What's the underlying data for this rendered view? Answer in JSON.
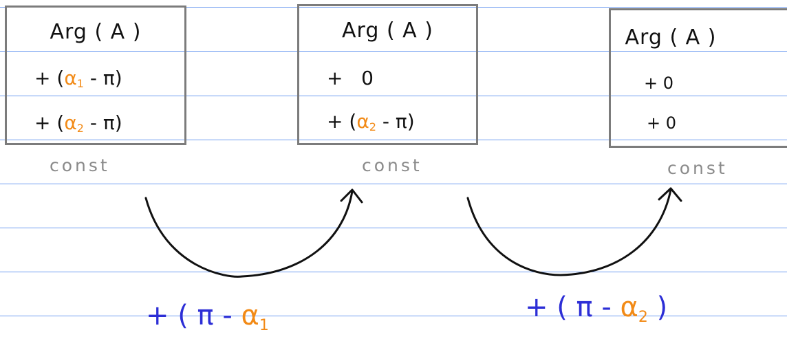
{
  "boxes": [
    {
      "title": "Arg ( A )",
      "rows": [
        {
          "sign": "+",
          "open": "(",
          "symbol": "α",
          "sub": "1",
          "rest": " - π",
          "close": ")"
        },
        {
          "sign": "+",
          "open": "(",
          "symbol": "α",
          "sub": "2",
          "rest": " - π",
          "close": ")"
        }
      ],
      "note": "const"
    },
    {
      "title": "Arg ( A )",
      "rows": [
        {
          "sign": "+",
          "value": "0"
        },
        {
          "sign": "+",
          "open": "(",
          "symbol": "α",
          "sub": "2",
          "rest": " - π",
          "close": ")"
        }
      ],
      "note": "const"
    },
    {
      "title": "Arg ( A )",
      "rows": [
        {
          "sign": "+",
          "value": "0"
        },
        {
          "sign": "+",
          "value": "0"
        }
      ],
      "note": "const"
    }
  ],
  "transitions": [
    {
      "prefix": "+ ( π - ",
      "symbol": "α",
      "sub": "1",
      "suffix": ""
    },
    {
      "prefix": "+ ( π - ",
      "symbol": "α",
      "sub": "2",
      "suffix": " )"
    }
  ],
  "colors": {
    "rule": "#6e9cf0",
    "box_border": "#7c7c7c",
    "highlight": "#f28a16",
    "transition_text": "#2c2ed6",
    "const_text": "#8a8a8a",
    "arrow": "#111111"
  }
}
